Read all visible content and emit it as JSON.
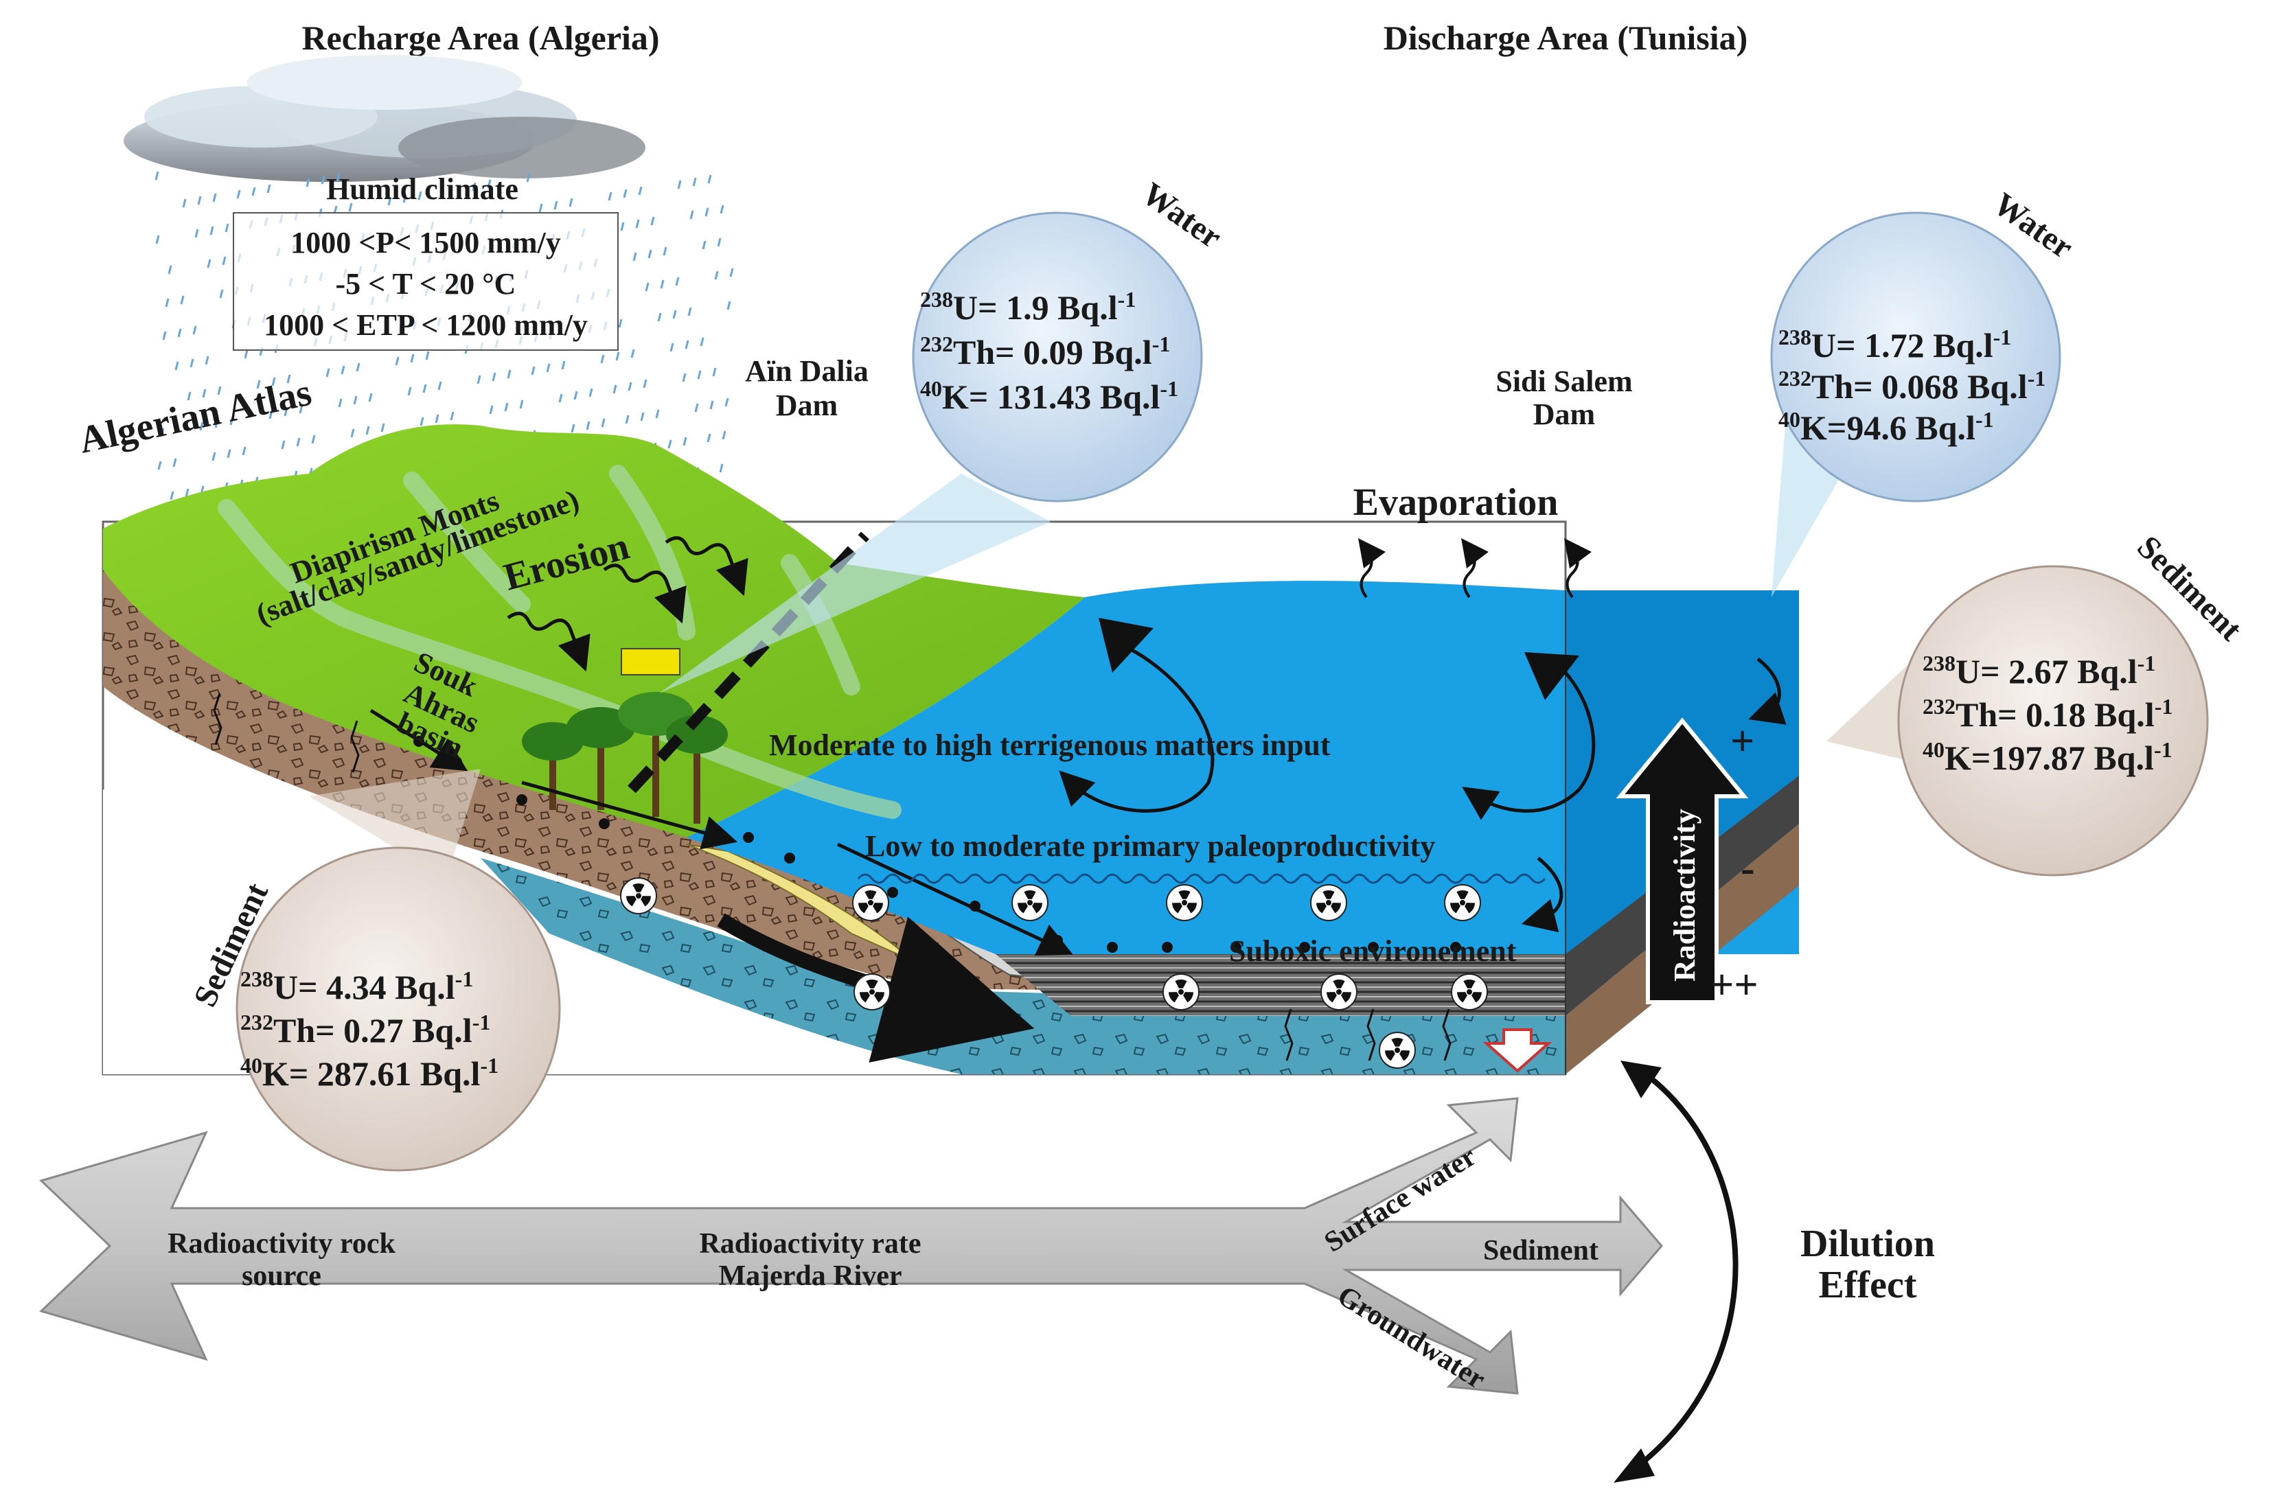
{
  "headers": {
    "recharge": "Recharge Area (Algeria)",
    "discharge": "Discharge Area (Tunisia)"
  },
  "climate": {
    "title": "Humid climate",
    "line1": "1000 <P< 1500 mm/y",
    "line2": "-5 < T < 20 °C",
    "line3": "1000 < ETP < 1200 mm/y"
  },
  "labels": {
    "atlas": "Algerian Atlas",
    "diapirism1": "Diapirism Monts",
    "diapirism2": "(salt/clay/sandy/limestone)",
    "erosion": "Erosion",
    "souk1": "Souk",
    "souk2": "Ahras",
    "souk3": "basin",
    "ain_dalia1": "Aïn Dalia",
    "ain_dalia2": "Dam",
    "sidi_salem1": "Sidi Salem",
    "sidi_salem2": "Dam",
    "evaporation": "Evaporation",
    "terrigenous": "Moderate to high terrigenous matters input",
    "paleo": "Low to moderate primary paleoproductivity",
    "suboxic": "Suboxic environement",
    "radioactivity": "Radioactivity",
    "plus": "+",
    "minus": "-",
    "plusplus": "++"
  },
  "circles": {
    "water_dalia": {
      "title": "Water",
      "u_iso": "238",
      "u": "U= 1.9 Bq.l",
      "u_exp": "-1",
      "th_iso": "232",
      "th": "Th= 0.09 Bq.l",
      "th_exp": "-1",
      "k_iso": "40",
      "k": "K= 131.43 Bq.l",
      "k_exp": "-1"
    },
    "water_salem": {
      "title": "Water",
      "u_iso": "238",
      "u": "U= 1.72 Bq.l",
      "u_exp": "-1",
      "th_iso": "232",
      "th": "Th= 0.068 Bq.l",
      "th_exp": "-1",
      "k_iso": "40",
      "k": "K=94.6 Bq.l",
      "k_exp": "-1"
    },
    "sediment_salem": {
      "title": "Sediment",
      "u_iso": "238",
      "u": "U= 2.67 Bq.l",
      "u_exp": "-1",
      "th_iso": "232",
      "th": "Th= 0.18 Bq.l",
      "th_exp": "-1",
      "k_iso": "40",
      "k": "K=197.87 Bq.l",
      "k_exp": "-1"
    },
    "sediment_dalia": {
      "title": "Sediment",
      "u_iso": "238",
      "u": "U= 4.34 Bq.l",
      "u_exp": "-1",
      "th_iso": "232",
      "th": "Th= 0.27 Bq.l",
      "th_exp": "-1",
      "k_iso": "40",
      "k": "K= 287.61 Bq.l",
      "k_exp": "-1"
    }
  },
  "flow": {
    "source1": "Radioactivity rock",
    "source2": "source",
    "rate1": "Radioactivity rate",
    "rate2": "Majerda River",
    "surface_water": "Surface water",
    "sediment": "Sediment",
    "groundwater": "Groundwater",
    "dilution1": "Dilution",
    "dilution2": "Effect"
  },
  "colors": {
    "land_green": "#7cc520",
    "water_blue": "#1e9fe2",
    "soil_brown": "#9b7a5e",
    "circle_water": "#cfe0f1",
    "circle_sediment": "#ece3dd",
    "arrow_gray": "#b8b8b8"
  }
}
